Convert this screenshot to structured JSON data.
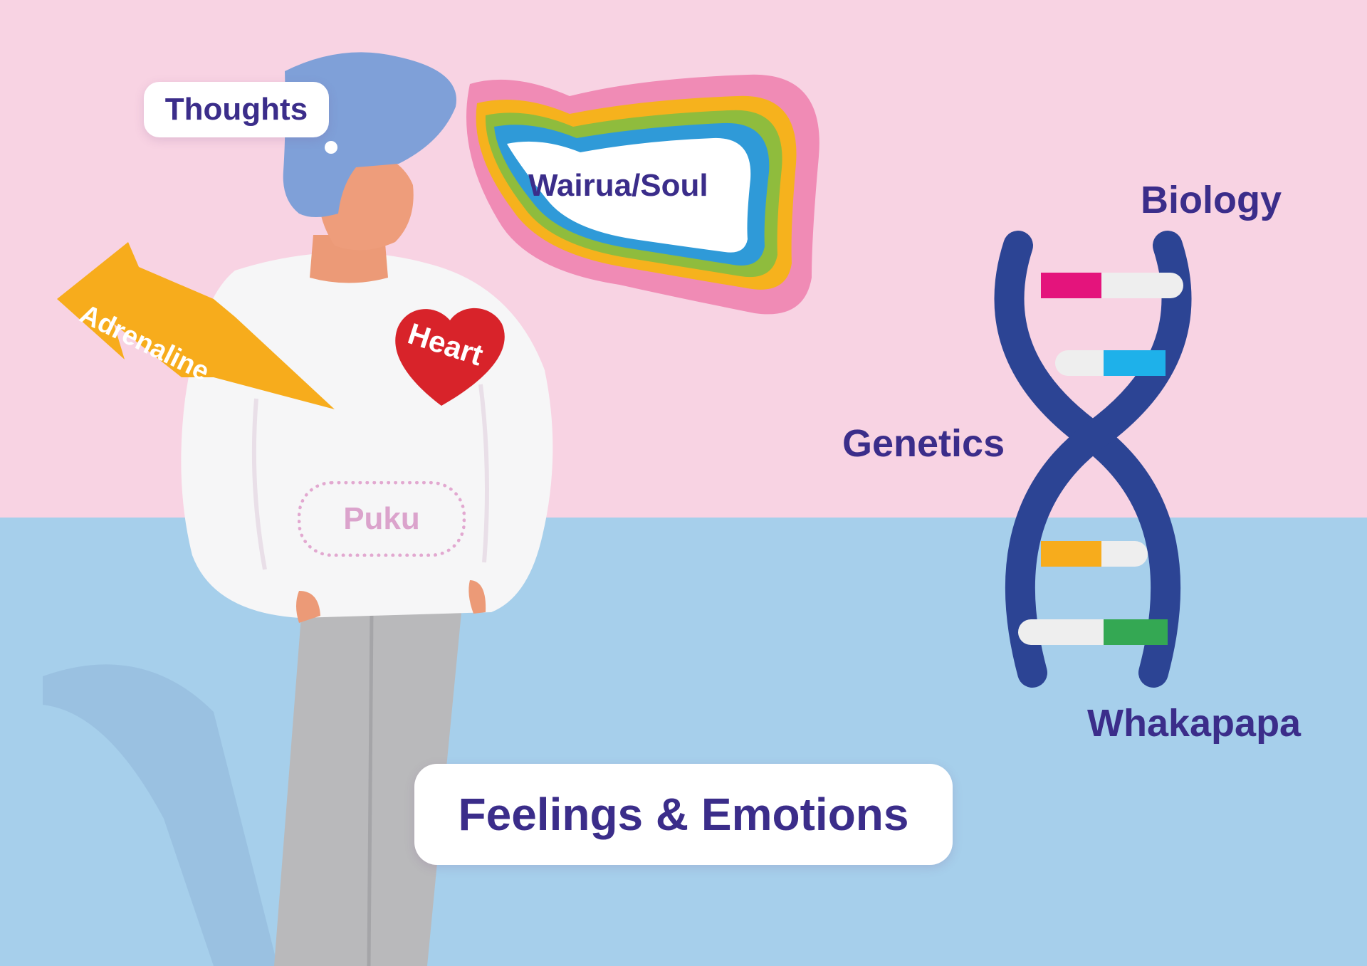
{
  "labels": {
    "thoughts": "Thoughts",
    "wairua_soul": "Wairua/Soul",
    "biology": "Biology",
    "genetics": "Genetics",
    "whakapapa": "Whakapapa",
    "adrenaline": "Adrenaline",
    "heart": "Heart",
    "puku": "Puku",
    "feelings_emotions": "Feelings & Emotions"
  },
  "colors": {
    "background_top": "#f8d3e3",
    "background_bottom": "#a6cfeb",
    "text_primary": "#3b2d8a",
    "hair": "#7fa0d8",
    "skin": "#ec9a77",
    "heart": "#d8232a",
    "adrenaline_bolt": "#f7ac1c",
    "dna_strand": "#2c4494",
    "dna_rung_colors": [
      "#e4147c",
      "#1eb1ea",
      "#f7ac1c",
      "#34a853"
    ]
  },
  "icons": [
    "person-figure",
    "lightning-bolt-icon",
    "heart-icon",
    "rainbow-cloud-icon",
    "dna-helix-icon"
  ]
}
